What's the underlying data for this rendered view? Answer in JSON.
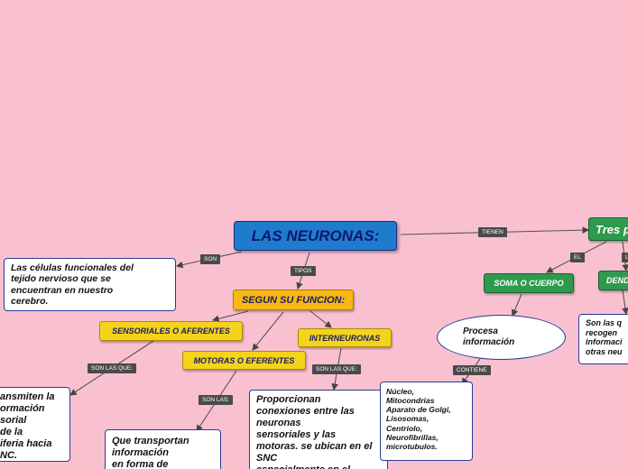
{
  "main_title": "LAS NEURONAS:",
  "definition": "Las células funcionales del\ntejido nervioso que se\nencuentran en nuestro\ncerebro.",
  "by_function": "SEGUN SU FUNCION:",
  "sensory": "SENSORIALES O AFERENTES",
  "motor": "MOTORAS O EFERENTES",
  "interneurons": "INTERNEURONAS",
  "sensory_desc": "ansmiten la\normación\nsorial\nde la\niferia hacia\nNC.",
  "motor_desc": "Que transportan\ninformación\nen forma de",
  "inter_desc": "Proporcionan\nconexiones entre las\nneuronas\nsensoriales y las\nmotoras. se ubican en el\nSNC\nespecialmente en el",
  "three_parts": "Tres p",
  "soma": "SOMA O CUERPO",
  "dendrites": "DEND",
  "process_info": "Procesa\ninformación",
  "soma_contents": "Núcleo,\n Mitocondrias\nAparato de Golgi,\n Lisosomas,\nCentriolo,\n Neurofibrillas,\nmicrotubulos.",
  "dendrite_desc": "Son las q\nrecogen\ninformaci\notras neu",
  "labels": {
    "son": "SON",
    "tipos": "TIPOS",
    "tienen": "TIENEN",
    "el": "EL",
    "l": "L",
    "son_las_que_1": "SON LAS QUE:",
    "son_las": "SON LAS:",
    "son_las_que_2": "SON LAS QUE:",
    "contiene": "CONTIENE"
  }
}
